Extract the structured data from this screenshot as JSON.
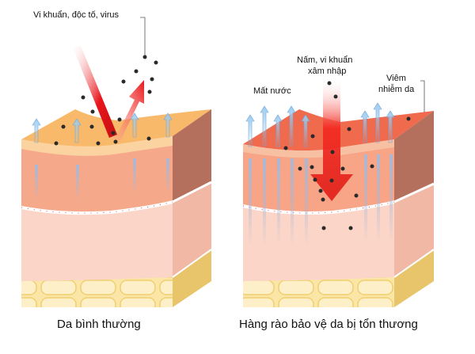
{
  "panels": [
    {
      "id": "normal-skin",
      "caption": "Da bình thường",
      "callouts": [
        {
          "text": "Vi khuẩn, độc tố, virus"
        }
      ],
      "surface_color": "#f9b96a",
      "arrow_direction": "reflected"
    },
    {
      "id": "damaged-barrier",
      "caption": "Hàng rào bảo vệ da bị tổn thương",
      "callouts": [
        {
          "text": "Nấm, vi khuẩn"
        },
        {
          "text": "xâm nhập"
        },
        {
          "text": "Mất nước"
        },
        {
          "text": "Viêm"
        },
        {
          "text": "nhiễm da"
        }
      ],
      "surface_color": "#f06a4e",
      "arrow_direction": "penetrating"
    }
  ],
  "colors": {
    "epidermis": "#f6a88a",
    "dermis": "#fbd5c7",
    "fat": "#fbe6a8",
    "side_dark": "#b5705d",
    "side_dermis": "#f1b8a6",
    "water_arrow": "#9ccbef",
    "red_arrow": "#e8161b",
    "particle": "#2a2a2a"
  }
}
